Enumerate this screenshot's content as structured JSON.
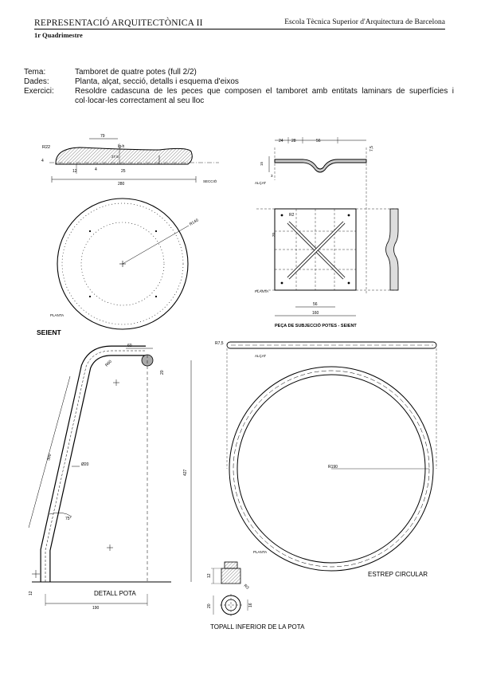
{
  "header": {
    "course": "REPRESENTACIÓ ARQUITECTÒNICA II",
    "term": "1r Quadrimestre",
    "school": "Escola Tècnica Superior d'Arquitectura de Barcelona"
  },
  "info": [
    {
      "key": "Tema:",
      "value": "Tamboret de quatre potes (full 2/2)"
    },
    {
      "key": "Dades:",
      "value": "Planta, alçat, secció, detalls i esquema d'eixos"
    },
    {
      "key": "Exercici:",
      "value": "Resoldre cadascuna de les peces que composen el tamboret amb entitats laminars de superfícies i col·locar-les correctament al seu lloc"
    }
  ],
  "labels": {
    "seient": "SEIENT",
    "planta": "PLANTA",
    "seccio": "SECCIÓ",
    "alcat": "ALÇAT",
    "peca": "PEÇA DE SUBJECCIÓ POTES - SEIENT",
    "detall_pota": "DETALL POTA",
    "estrep": "ESTREP CIRCULAR",
    "topall": "TOPALL INFERIOR DE LA POTA"
  },
  "dims": {
    "r22": "R22",
    "d79": "79",
    "lgh": "lg-h",
    "d27": "27.5",
    "d12": "12",
    "d4": "4",
    "d25": "25",
    "d4b": "4",
    "d280": "280",
    "r140": "R140",
    "d24": "24",
    "d28": "28",
    "d56": "56",
    "d75": "7,5",
    "d15": "15",
    "d3": "3",
    "r2": "R2",
    "d20a": "20",
    "d56b": "56",
    "d160": "160",
    "d60": "60",
    "r60": "R60",
    "d20b": "20",
    "d300": "300",
    "o20": "Ø20",
    "a75": "75°",
    "d427": "427",
    "d12b": "12",
    "d190": "190",
    "r75": "R7,5",
    "r190": "R190",
    "r3": "R3",
    "d16": "16",
    "d20c": "20",
    "d12c": "12"
  }
}
